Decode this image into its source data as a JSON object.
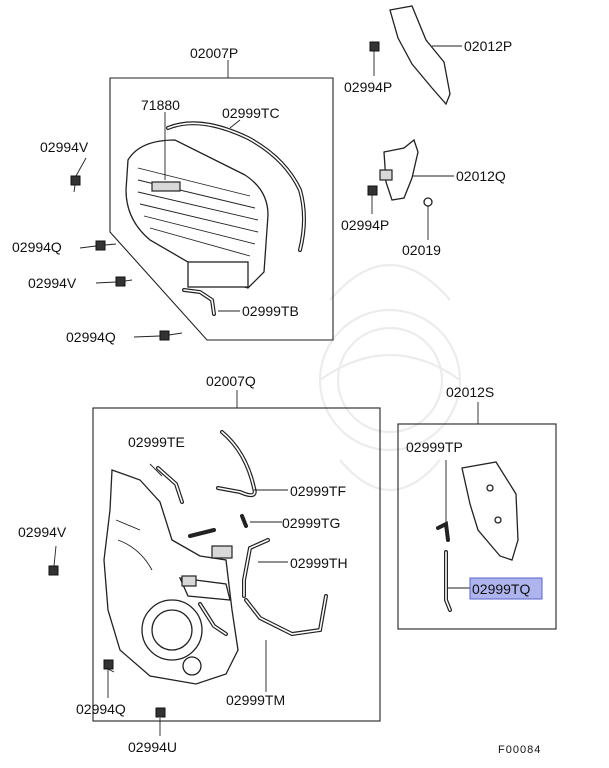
{
  "labels": {
    "l02007P": "02007P",
    "l71880": "71880",
    "l02999TC": "02999TC",
    "l02994V_a": "02994V",
    "l02994Q_a": "02994Q",
    "l02994V_b": "02994V",
    "l02999TB": "02999TB",
    "l02994Q_b": "02994Q",
    "l02012P": "02012P",
    "l02994P_a": "02994P",
    "l02012Q": "02012Q",
    "l02994P_b": "02994P",
    "l02019": "02019",
    "l02007Q": "02007Q",
    "l02999TE": "02999TE",
    "l02999TF": "02999TF",
    "l02999TG": "02999TG",
    "l02999TH": "02999TH",
    "l02999TM": "02999TM",
    "l02994V_c": "02994V",
    "l02994Q_c": "02994Q",
    "l02994U": "02994U",
    "l02012S": "02012S",
    "l02999TP": "02999TP",
    "l02999TQ": "02999TQ",
    "code": "F00084"
  },
  "colors": {
    "highlight": "#aeb4ee",
    "line": "#222222"
  }
}
